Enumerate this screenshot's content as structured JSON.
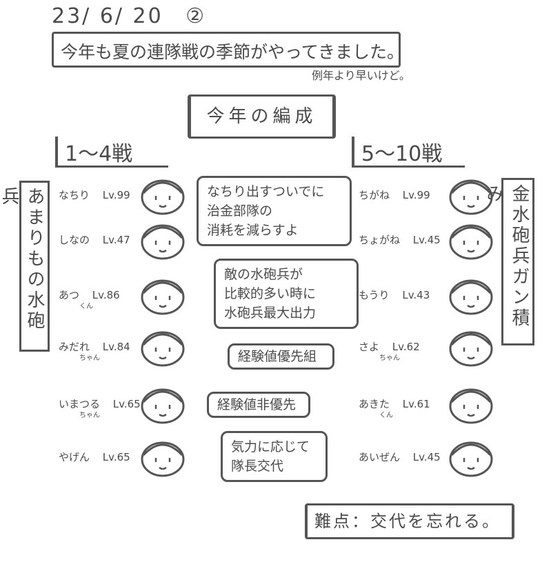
{
  "header": {
    "date": "23/ 6/ 20",
    "mark": "②",
    "title": "今年も夏の連隊戦の季節がやってきました。",
    "note": "例年より早いけど。"
  },
  "formation_title": "今年の編成",
  "left": {
    "range": "1〜4戦",
    "label": "あまりもの水砲兵",
    "members": [
      {
        "name": "なちり",
        "suffix": "",
        "level": "Lv.99"
      },
      {
        "name": "しなの",
        "suffix": "",
        "level": "Lv.47"
      },
      {
        "name": "あつ",
        "suffix": "くん",
        "level": "Lv.86"
      },
      {
        "name": "みだれ",
        "suffix": "ちゃん",
        "level": "Lv.84"
      },
      {
        "name": "いまつる",
        "suffix": "ちゃん",
        "level": "Lv.65"
      },
      {
        "name": "やげん",
        "suffix": "",
        "level": "Lv.65"
      }
    ]
  },
  "right": {
    "range": "5〜10戦",
    "label": "金水砲兵ガン積み",
    "members": [
      {
        "name": "ちがね",
        "suffix": "",
        "level": "Lv.99"
      },
      {
        "name": "ちょがね",
        "suffix": "",
        "level": "Lv.45"
      },
      {
        "name": "もうり",
        "suffix": "",
        "level": "Lv.43"
      },
      {
        "name": "さよ",
        "suffix": "ちゃん",
        "level": "Lv.62"
      },
      {
        "name": "あきた",
        "suffix": "くん",
        "level": "Lv.61"
      },
      {
        "name": "あいぜん",
        "suffix": "",
        "level": "Lv.45"
      }
    ]
  },
  "bubbles": [
    [
      "なちり出すついでに",
      "治金部隊の",
      "消耗を減らすよ"
    ],
    [
      "敵の水砲兵が",
      "比較的多い時に",
      "水砲兵最大出力"
    ],
    [
      "経験値優先組"
    ],
    [
      "経験値非優先"
    ],
    [
      "気力に応じて",
      "隊長交代"
    ]
  ],
  "footer": "難点：交代を忘れる。"
}
